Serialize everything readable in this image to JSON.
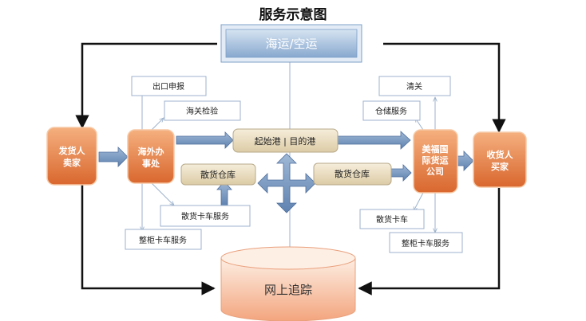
{
  "title": "服务示意图",
  "nodes": {
    "shipping": "海运/空运",
    "sender_line1": "发货人",
    "sender_line2": "卖家",
    "overseas_line1": "海外办",
    "overseas_line2": "事处",
    "meifu_line1": "美福国",
    "meifu_line2": "际货运",
    "meifu_line3": "公司",
    "receiver_line1": "收货人",
    "receiver_line2": "买家",
    "port": "起始港 | 目的港",
    "warehouse_left": "散货仓库",
    "warehouse_right": "散货仓库",
    "tracking": "网上追踪"
  },
  "labels": {
    "export_declaration": "出口申报",
    "customs_inspection": "海关检验",
    "bulk_truck_left": "散货卡车服务",
    "container_truck_left": "整柜卡车服务",
    "clearance": "清关",
    "storage": "仓储服务",
    "bulk_truck_right": "散货卡车",
    "container_truck_right": "整柜卡车服务"
  },
  "colors": {
    "orange_light": "#F2A26A",
    "orange_dark": "#D4612A",
    "blue_light": "#B8CFE6",
    "blue_dark": "#7E9FC7",
    "tan": "#EDE2C8",
    "tan_border": "#B7A98A",
    "arrow_blue": "#6E8FBA",
    "cyl_light": "#FDE6D6",
    "cyl_dark": "#F4A27A"
  }
}
